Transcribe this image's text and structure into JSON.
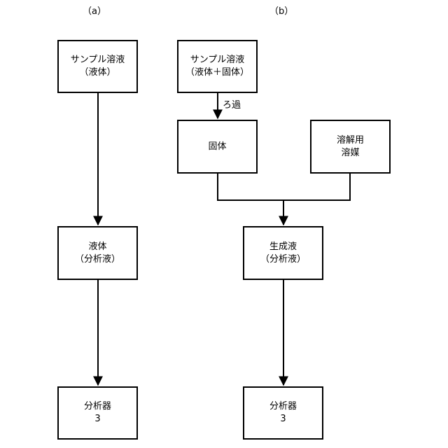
{
  "panels": {
    "a": {
      "label": "（a）",
      "sample": {
        "line1": "サンプル溶液",
        "line2": "（液体）"
      },
      "liquid": {
        "line1": "液体",
        "line2": "（分析液）"
      },
      "analyzer": {
        "line1": "分析器",
        "line2": "3"
      }
    },
    "b": {
      "label": "（b）",
      "sample": {
        "line1": "サンプル溶液",
        "line2": "（液体＋固体）"
      },
      "filter_label": "ろ過",
      "solid": {
        "line1": "固体"
      },
      "solvent": {
        "line1": "溶解用",
        "line2": "溶媒"
      },
      "product": {
        "line1": "生成液",
        "line2": "（分析液）"
      },
      "analyzer": {
        "line1": "分析器",
        "line2": "3"
      }
    }
  },
  "colors": {
    "line": "#000000",
    "background": "#ffffff"
  }
}
